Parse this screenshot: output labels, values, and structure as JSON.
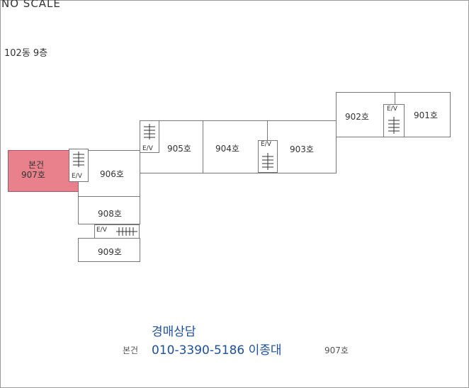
{
  "header": {
    "scale_label": "NO SCALE",
    "floor_label": "102동 9층"
  },
  "units": {
    "u907": {
      "line1": "본건",
      "line2": "907호"
    },
    "u906": "906호",
    "u908": "908호",
    "u909": "909호",
    "u905": "905호",
    "u904": "904호",
    "u903": "903호",
    "u902": "902호",
    "u901": "901호"
  },
  "ev_label": "E/V",
  "contact": {
    "title": "경매상담",
    "phone": "010-3390-5186 이종대"
  },
  "footer": {
    "left": "본건",
    "right": "907호"
  },
  "colors": {
    "highlight": "#e8818c",
    "contact": "#1e4f9c"
  }
}
